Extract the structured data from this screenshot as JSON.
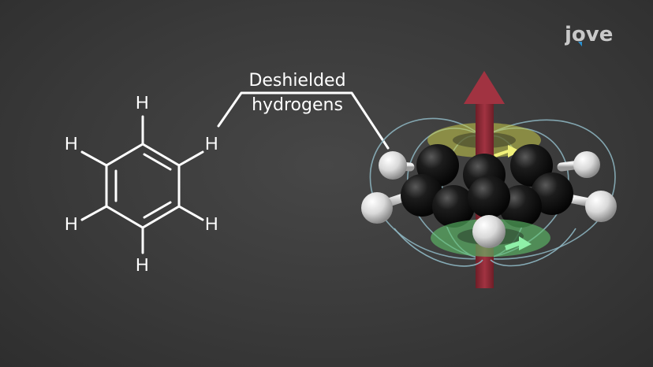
{
  "brand": {
    "logo_text": "jove"
  },
  "annotation": {
    "line1": "Deshielded",
    "line2": "hydrogens"
  },
  "structure": {
    "atoms": [
      "H",
      "H",
      "H",
      "H",
      "H",
      "H"
    ]
  },
  "colors": {
    "background": "#3a3a3a",
    "bond": "#ffffff",
    "field_lines": "#8fb8c4",
    "magnetic_arrow": "#8c2a35",
    "upper_ring_current": "#c9cc4a",
    "lower_ring_current": "#5fc36a",
    "carbon_atom": "#111111",
    "hydrogen_atom": "#e6e6e6"
  }
}
